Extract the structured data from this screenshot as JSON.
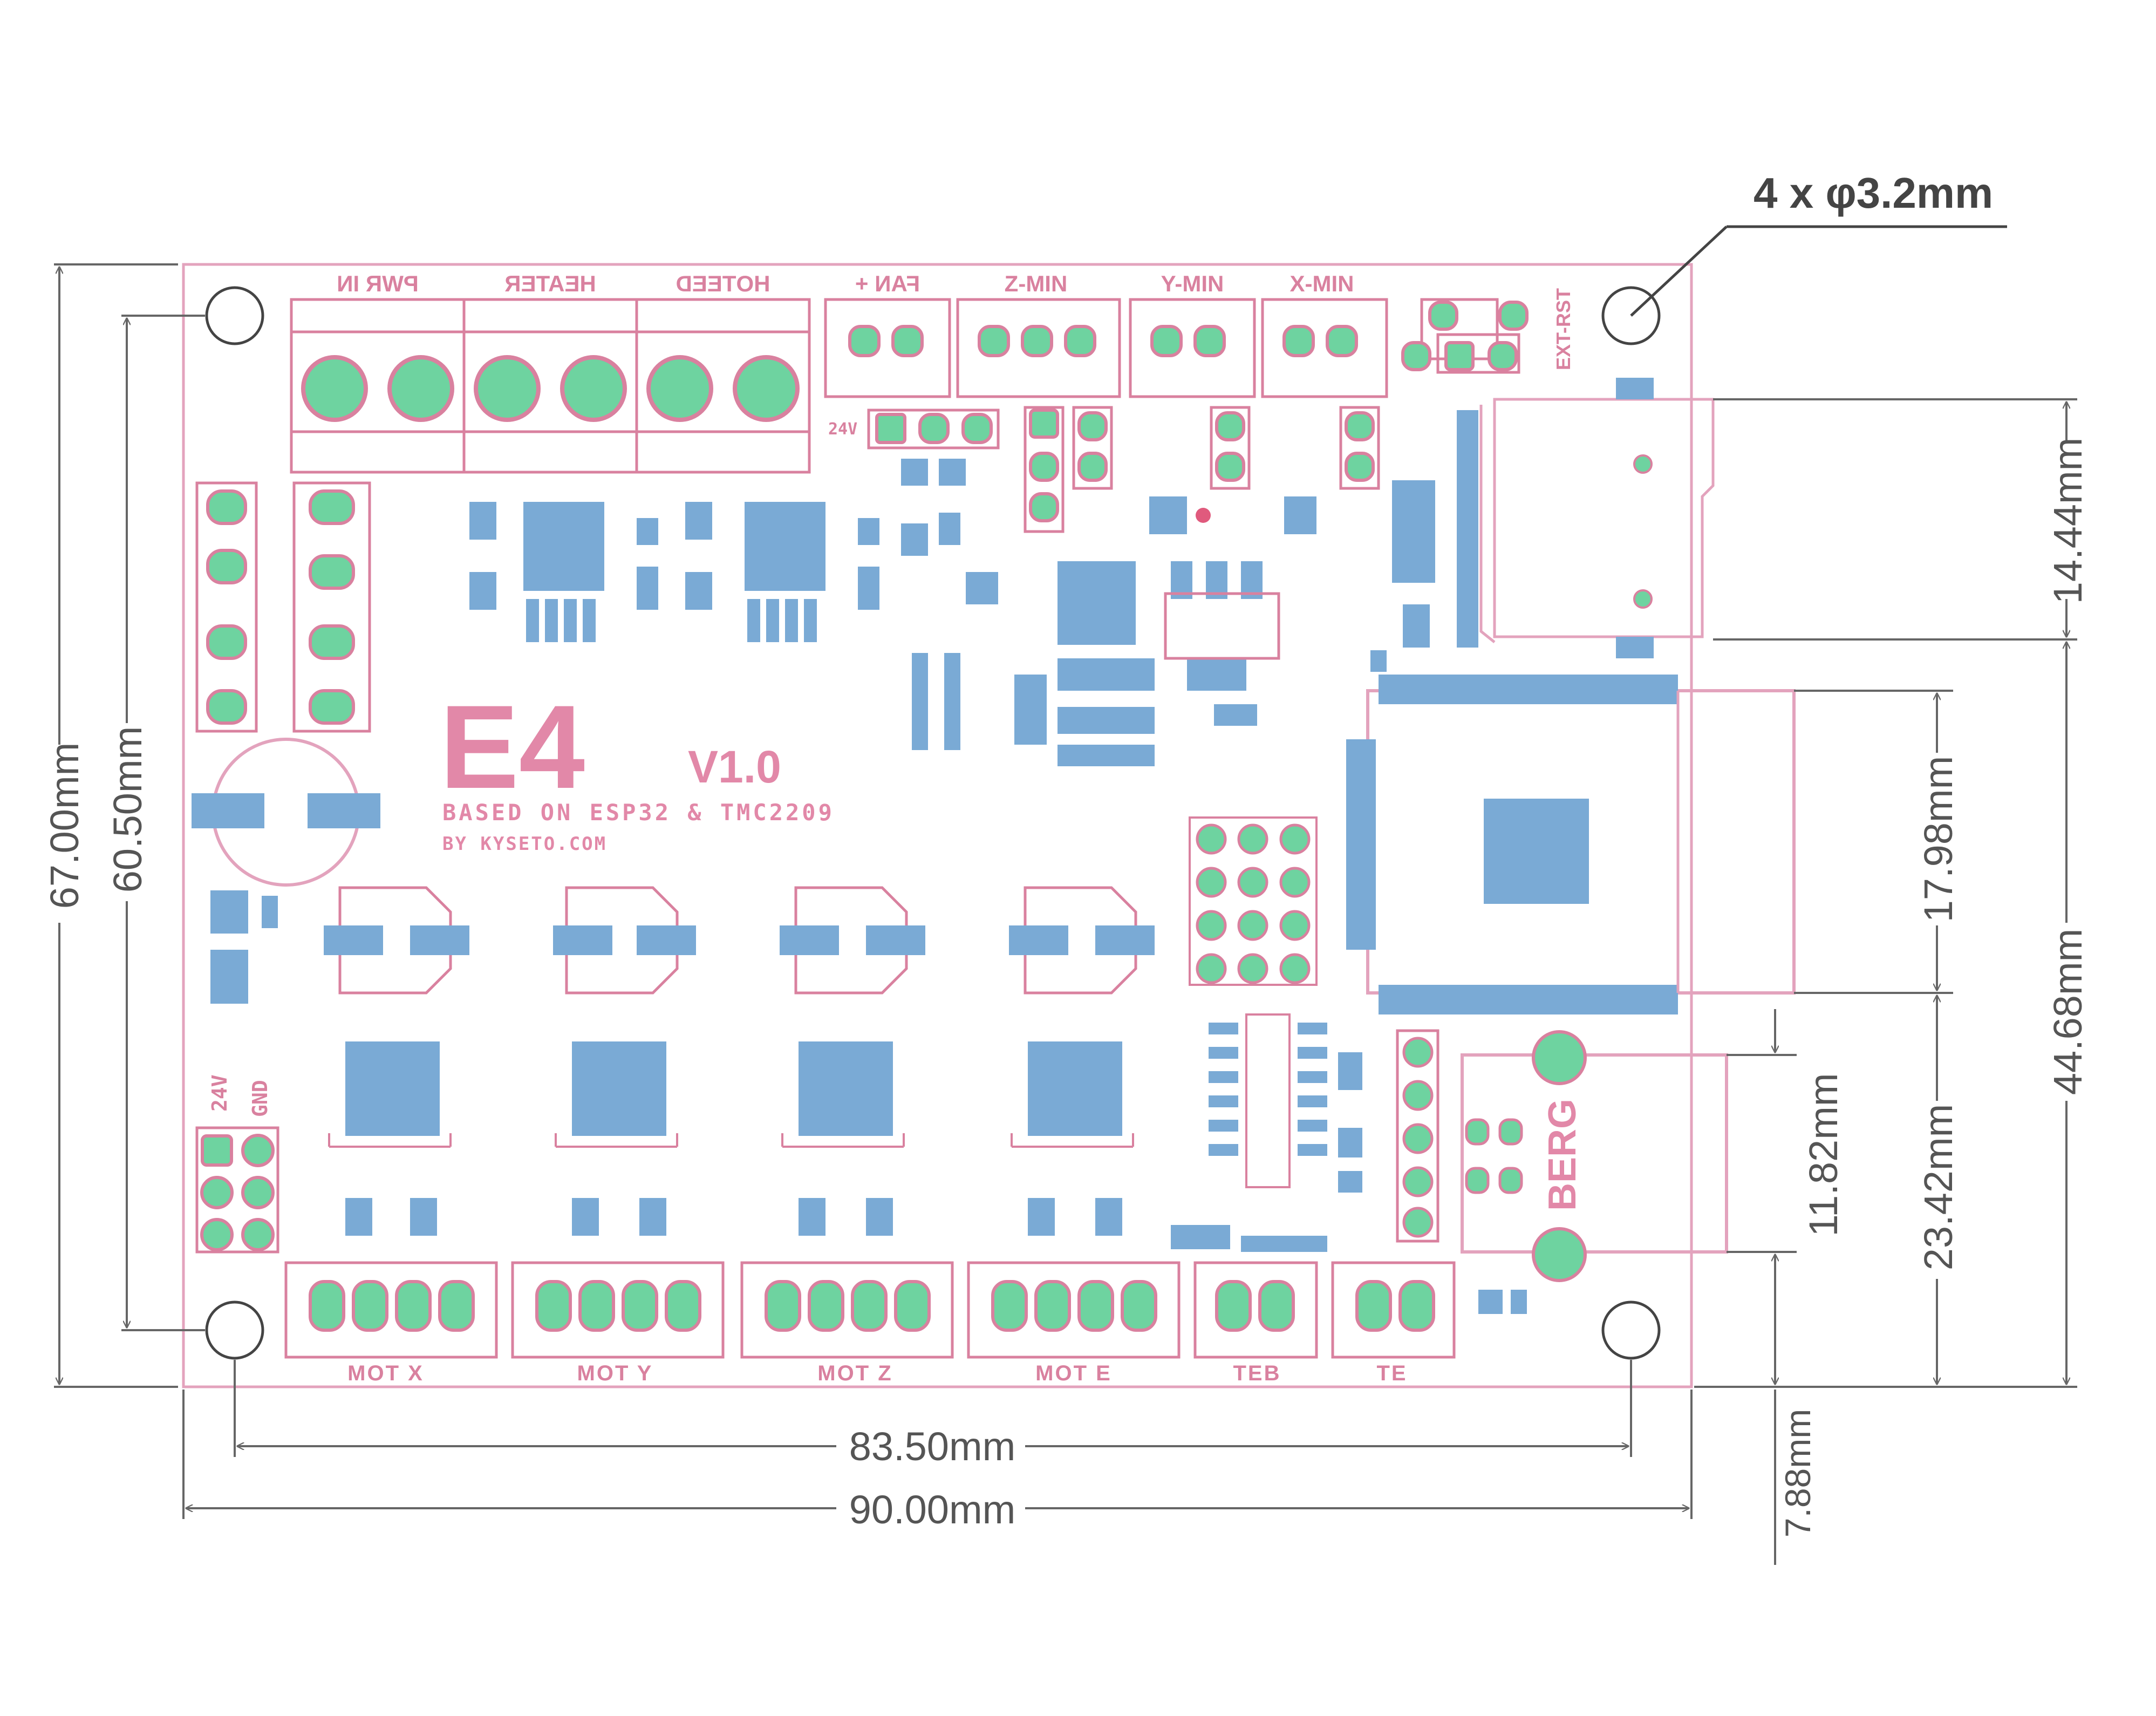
{
  "colors": {
    "board_outline": "#e3a3bd",
    "silkscreen": "#d9819f",
    "pad": "#6ed3a0",
    "pad_ring": "#d9819f",
    "chip": "#7aaad5",
    "dimension": "#666666",
    "dimension_text": "#555555"
  },
  "title_callout": {
    "holes": "4 x φ3.2mm"
  },
  "dimensions": {
    "board_height": "67.00mm",
    "hole_spacing_vertical": "60.50mm",
    "hole_spacing_horizontal": "83.50mm",
    "board_width": "90.00mm",
    "sd_card": "14.44mm",
    "esp32_module": "17.98mm",
    "usb_port": "11.82mm",
    "bottom_to_esp32": "23.42mm",
    "right_side_height": "44.68mm",
    "usb_offset": "7.88mm"
  },
  "board": {
    "title": "E4",
    "version": "V1.0",
    "subtitle": "BASED ON ESP32 & TMC2209",
    "website": "BY KYSETO.COM",
    "top_connectors": [
      "PWR IN",
      "HEATER",
      "HOTEED",
      "FAN +",
      "Z-MIN",
      "Y-MIN",
      "X-MIN",
      "EXT-RST"
    ],
    "bottom_connectors": [
      "MOT X",
      "MOT Y",
      "MOT Z",
      "MOT E",
      "TEB",
      "TE"
    ],
    "power_label_24v": "24V",
    "power_label_gnd": "GND",
    "fan_voltage": "24V",
    "usb_brand": "BERG"
  }
}
